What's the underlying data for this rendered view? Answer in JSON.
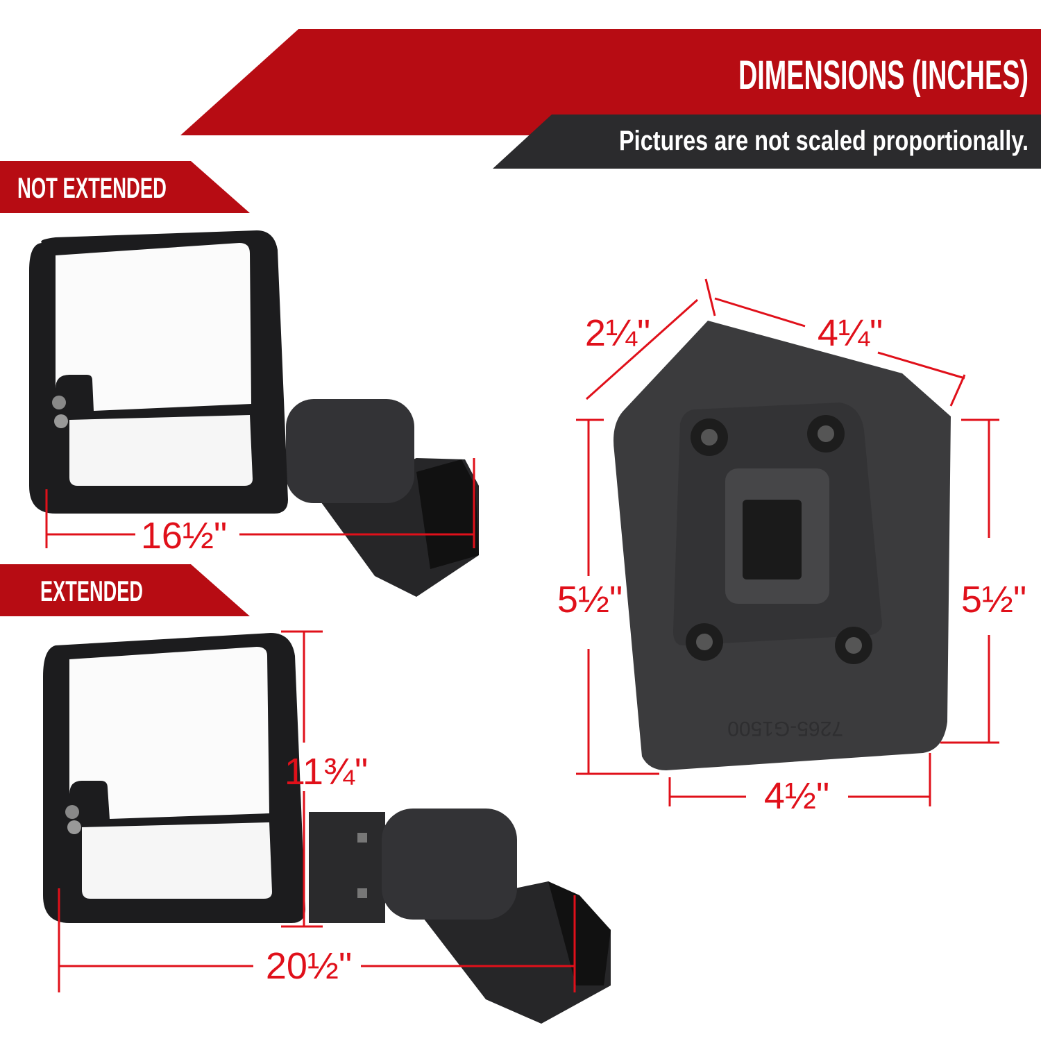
{
  "header": {
    "title": "DIMENSIONS (INCHES)",
    "subtitle": "Pictures are not scaled proportionally."
  },
  "sections": {
    "not_extended": {
      "label": "NOT EXTENDED",
      "width": "16½\""
    },
    "extended": {
      "label": "EXTENDED",
      "width": "20½\"",
      "height": "11¾\""
    }
  },
  "mount_plate": {
    "top_left_edge": "2¼\"",
    "top_right_edge": "4¼\"",
    "left_height": "5½\"",
    "right_height": "5½\"",
    "bottom_width": "4½\"",
    "embossed_text": "7265-G1500"
  },
  "colors": {
    "banner_red": "#b70c13",
    "banner_dark": "#2b2b2d",
    "dimension_red": "#e0101a",
    "mirror_black": "#1c1c1e"
  }
}
